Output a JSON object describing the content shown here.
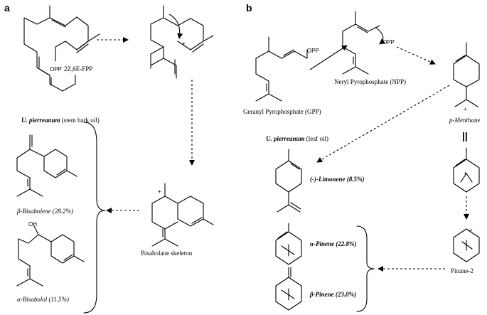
{
  "panels": {
    "a": "a",
    "b": "b"
  },
  "panel_a": {
    "start_label": "2Z,6E-FPP",
    "opp": "OPP",
    "plus": "+",
    "source_bold": "U. pierreanum",
    "source_rest": " (stem bark oil)",
    "beta_bisabolene": "β-Bisabolene (28.2%)",
    "alpha_bisabolol": "α-Bisabolol (11.5%)",
    "oh": "OH",
    "bisabolane": "Bisabolane skeleton"
  },
  "panel_b": {
    "gpp": "Geranyl Pyrophosphate (GPP)",
    "npp": "Neryl Pyrophosphate (NPP)",
    "opp": "OPP",
    "p_menthane": "p-Menthane",
    "source_bold": "U. pierreanum",
    "source_rest": " (leaf oil)",
    "limonene": "(-)-Limonene (8.5%)",
    "alpha_pinene": "α-Pinene (22.8%)",
    "beta_pinene": "β-Pinene (23.0%)",
    "pinane": "Pinane-2",
    "equals": "||",
    "plus": "+"
  }
}
